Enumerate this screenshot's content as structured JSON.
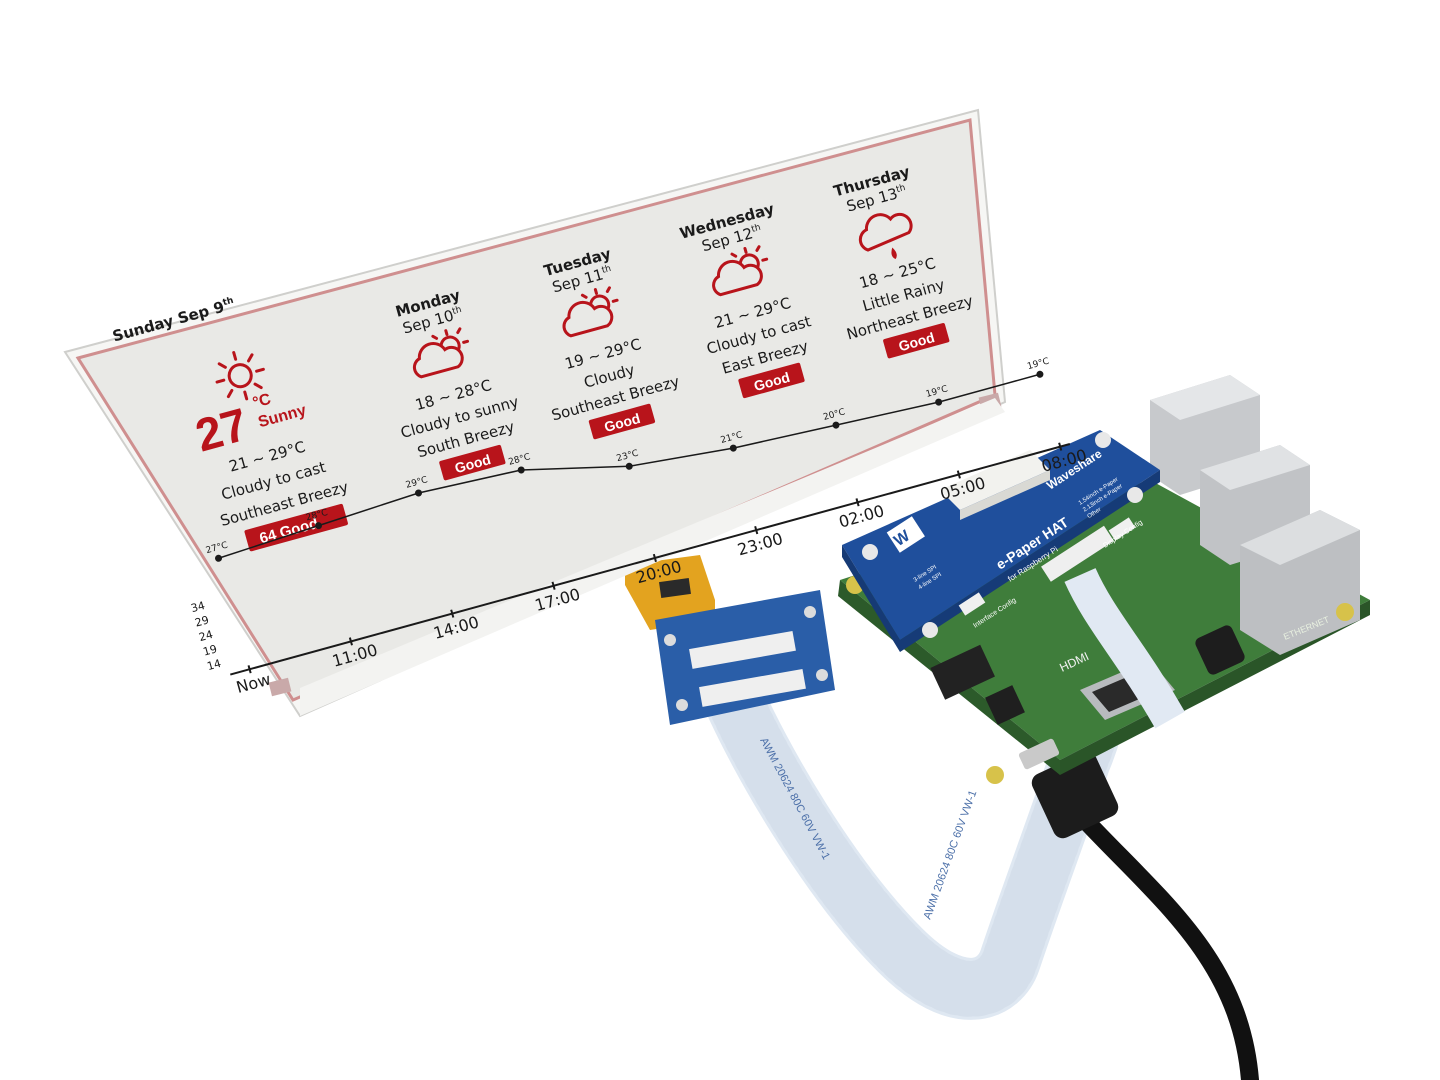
{
  "colors": {
    "paper": "#e9e9e6",
    "ink": "#1a1a1a",
    "accent_red": "#b8141b",
    "hat_blue": "#1f4f9c",
    "pcb_green": "#3d7a3a",
    "flex_orange": "#d99a1c"
  },
  "today": {
    "day_label": "Sunday Sep 9",
    "day_sup": "th",
    "temp": "27",
    "unit": "°C",
    "condition": "Sunny",
    "range": "21 ~ 29°C",
    "desc": "Cloudy to cast",
    "wind": "Southeast Breezy",
    "aqi_badge": "64  Good",
    "icon": "sun-icon"
  },
  "forecast": [
    {
      "day": "Monday",
      "date": "Sep 10",
      "sup": "th",
      "range": "18 ~ 28°C",
      "desc": "Cloudy to sunny",
      "wind": "South Breezy",
      "badge": "Good",
      "icon": "partly-cloudy-icon"
    },
    {
      "day": "Tuesday",
      "date": "Sep 11",
      "sup": "th",
      "range": "19 ~ 29°C",
      "desc": "Cloudy",
      "wind": "Southeast Breezy",
      "badge": "Good",
      "icon": "partly-cloudy-icon"
    },
    {
      "day": "Wednesday",
      "date": "Sep 12",
      "sup": "th",
      "range": "21 ~ 29°C",
      "desc": "Cloudy to cast",
      "wind": "East Breezy",
      "badge": "Good",
      "icon": "partly-cloudy-icon"
    },
    {
      "day": "Thursday",
      "date": "Sep 13",
      "sup": "th",
      "range": "18 ~ 25°C",
      "desc": "Little Rainy",
      "wind": "Northeast Breezy",
      "badge": "Good",
      "icon": "rain-cloud-icon"
    }
  ],
  "hourly": {
    "y_ticks": [
      "34",
      "29",
      "24",
      "19",
      "14"
    ],
    "times": [
      "Now",
      "11:00",
      "14:00",
      "17:00",
      "20:00",
      "23:00",
      "02:00",
      "05:00",
      "08:00"
    ],
    "temps": [
      "27°C",
      "28°C",
      "29°C",
      "28°C",
      "23°C",
      "21°C",
      "20°C",
      "19°C",
      "19°C"
    ]
  },
  "hat": {
    "brand": "Waveshare",
    "title": "e-Paper HAT",
    "subtitle": "for Raspberry Pi",
    "interface_label": "Interface Config",
    "display_label": "Display Config",
    "spi_labels": [
      "3-line SPI",
      "4-line SPI"
    ],
    "display_options": [
      "1.54inch e-Paper",
      "2.13inch e-Paper",
      "Other"
    ]
  },
  "board_labels": {
    "hdmi": "HDMI",
    "ethernet": "ETHERNET"
  },
  "cable_print": "AWM 20624 80C 60V VW-1"
}
